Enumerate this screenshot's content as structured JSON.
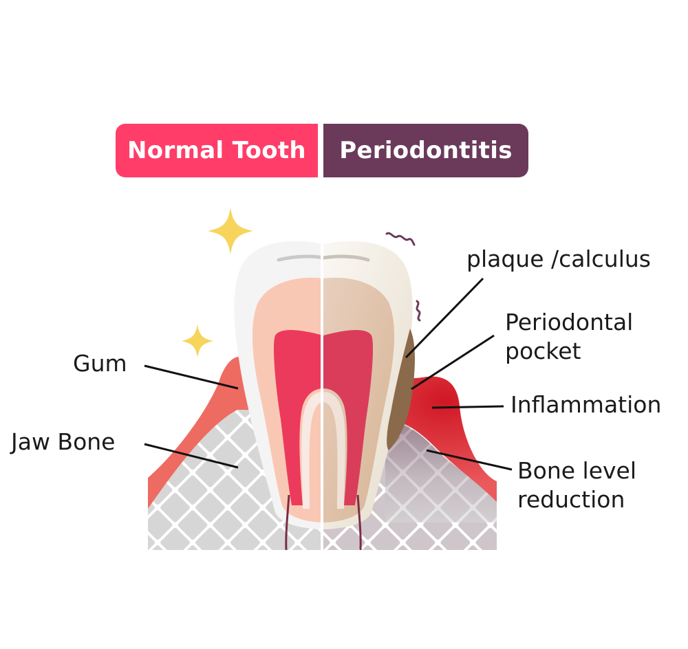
{
  "header": {
    "normal_label": "Normal Tooth",
    "periodontitis_label": "Periodontitis"
  },
  "labels": {
    "gum": "Gum",
    "jaw_bone": "Jaw Bone",
    "plaque": "plaque /calculus",
    "pocket_line1": "Periodontal",
    "pocket_line2": "pocket",
    "inflammation": "Inflammation",
    "bone_line1": "Bone level",
    "bone_line2": "reduction"
  },
  "colors": {
    "normal_tab": "#ff3d68",
    "perio_tab": "#6b3a5a",
    "gum": "#ee6b62",
    "gum_inflamed": "#d9242f",
    "enamel": "#f4f4f4",
    "dentin": "#f9c8b4",
    "pulp": "#ec3a5c",
    "bone": "#d8d8d8",
    "plaque": "#8a6a4a",
    "sparkle": "#f7d55c",
    "leader_line": "#111111"
  }
}
